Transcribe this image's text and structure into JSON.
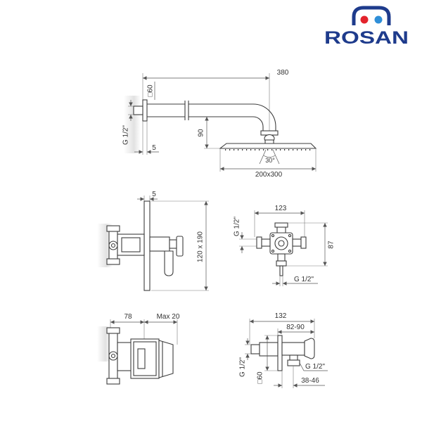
{
  "brand": {
    "name": "ROSAN",
    "colors": {
      "text": "#1e3b8c",
      "arch": "#1e3b8c",
      "dot_left": "#e3232c",
      "dot_right": "#2f8fd8"
    }
  },
  "shower_arm": {
    "arm_length": "380",
    "flange_size": "□60",
    "thread": "G 1/2\"",
    "flange_depth": "5",
    "drop_height": "90",
    "spray_angle": "30°",
    "head_size": "200x300"
  },
  "mixer_side": {
    "plate_depth": "5",
    "plate_size": "120 x 190"
  },
  "mixer_front": {
    "width": "123",
    "inlet_thread": "G 1/2\"",
    "height": "87",
    "outlet_thread": "G 1/2\""
  },
  "mixer_depth": {
    "body_depth": "78",
    "wall_cover": "Max 20"
  },
  "wall_outlet": {
    "length": "132",
    "adjust_range": "82-90",
    "inlet_thread": "G 1/2\"",
    "flange_size": "□60",
    "hose_thread": "G 1/2\"",
    "outlet_offset": "38-46"
  }
}
